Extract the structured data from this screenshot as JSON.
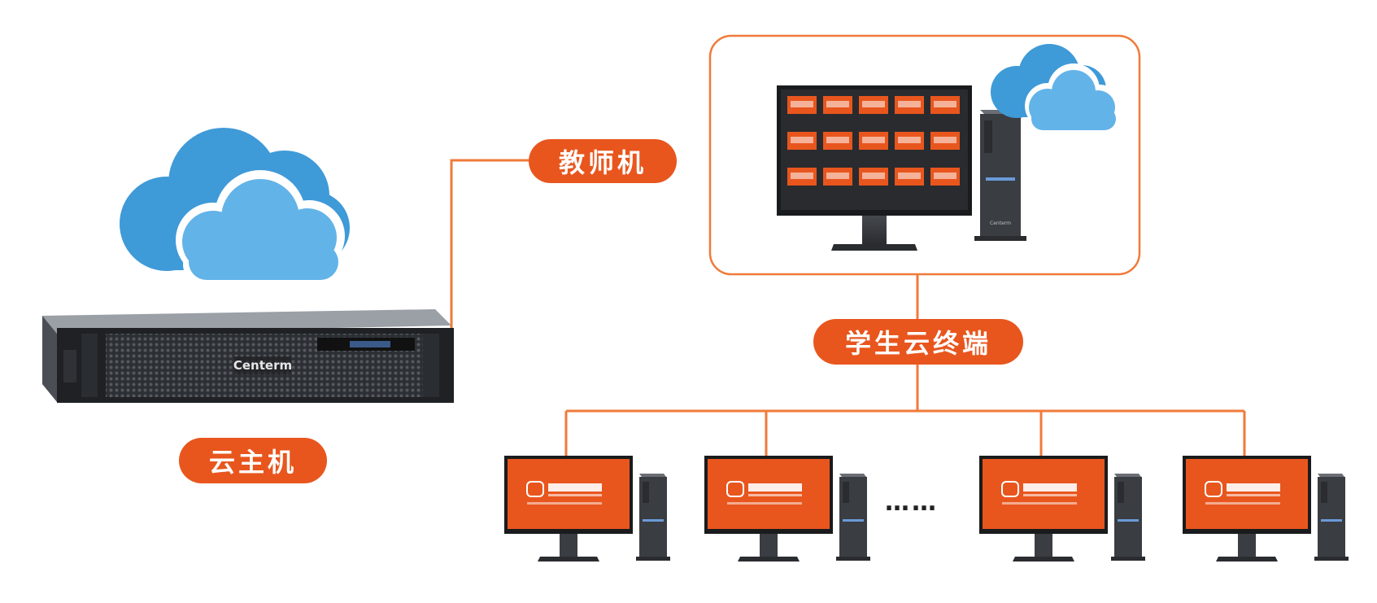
{
  "labels": {
    "cloud_host": "云主机",
    "teacher": "教师机",
    "student_terminal": "学生云终端",
    "ellipsis": "……"
  },
  "server": {
    "brand": "Centerm"
  },
  "terminal_brand": "Centerm",
  "colors": {
    "accent": "#e8561e",
    "connector": "#f07a3a",
    "cloud_dark": "#3f9ad8",
    "cloud_light": "#62b3e8",
    "device_body": "#3a3d42"
  },
  "icons": [
    "cloud-icon",
    "server-icon",
    "monitor-icon",
    "pc-tower-icon"
  ]
}
